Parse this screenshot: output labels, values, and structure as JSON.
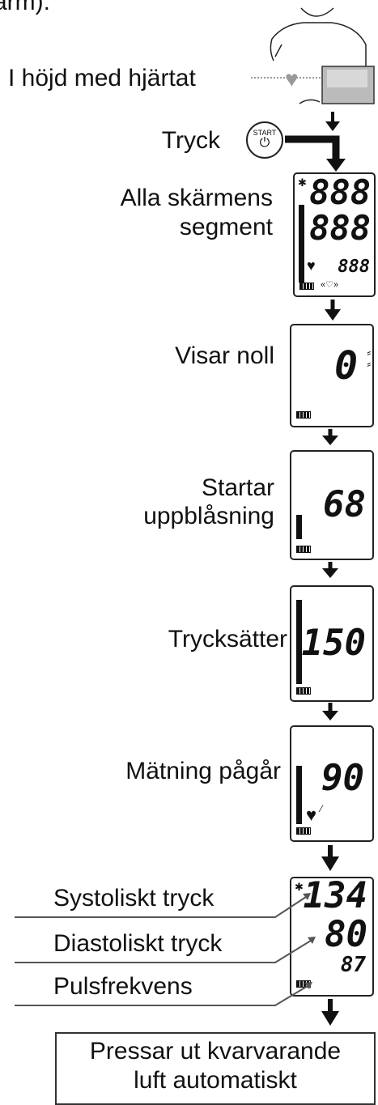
{
  "intro": {
    "partial": "arm)."
  },
  "steps": {
    "heart_level": "I höjd med hjärtat",
    "press": "Tryck",
    "start_button": "START",
    "all_segments_1": "Alla skärmens",
    "all_segments_2": "segment",
    "shows_zero": "Visar noll",
    "inflate_1": "Startar",
    "inflate_2": "uppblåsning",
    "pressurizing": "Trycksätter",
    "measuring": "Mätning pågår"
  },
  "displays": {
    "all_top": "888",
    "all_mid": "888",
    "all_pulse": "888",
    "zero": "0",
    "inflate": "68",
    "pressurize": "150",
    "measure": "90",
    "result_sys": "134",
    "result_dia": "80",
    "result_pulse": "87"
  },
  "results": {
    "systolic": "Systoliskt tryck",
    "diastolic": "Diastoliskt tryck",
    "pulse": "Pulsfrekvens"
  },
  "final": {
    "line1": "Pressar ut kvarvarande",
    "line2": "luft automatiskt"
  }
}
